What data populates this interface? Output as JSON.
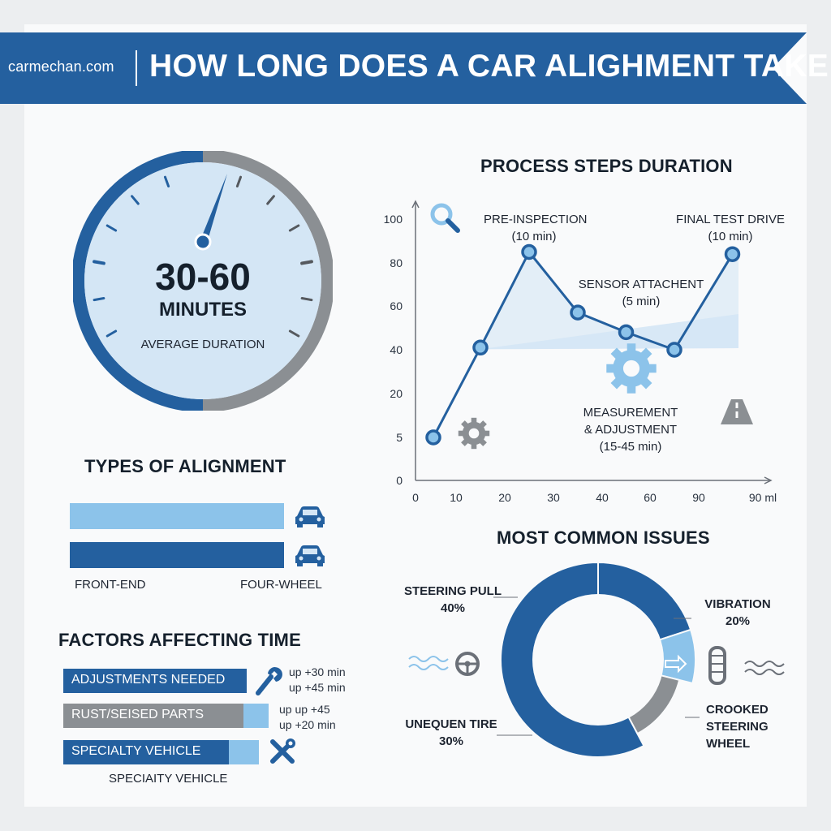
{
  "header": {
    "site": "carmechan.com",
    "title": "HOW LONG DOES A CAR ALIGHMENT TAKE"
  },
  "gauge": {
    "value": "30-60",
    "unit": "MINUTES",
    "caption": "AVERAGE DURATION"
  },
  "alignment_types": {
    "title": "TYPES OF ALIGNMENT",
    "labels": [
      "FRONT-END",
      "FOUR-WHEEL"
    ],
    "icon": "car-icon"
  },
  "factors": {
    "title": "FACTORS AFFECTING TIME",
    "items": [
      {
        "label": "ADJUSTMENTS NEEDED",
        "notes": [
          "up +30 min",
          "up +45 min"
        ],
        "icon": "wrench-icon"
      },
      {
        "label": "RUST/SEISED PARTS",
        "notes": [
          "up up +45",
          "up +20 min"
        ],
        "icon": ""
      },
      {
        "label": "SPECIALTY VEHICLE",
        "notes": [],
        "icon": "tools-icon"
      }
    ],
    "footer": "SPECIAITY VEHICLE"
  },
  "colors": {
    "dark_blue": "#24609f",
    "light_blue": "#8cc3ea",
    "gray": "#8b8f93",
    "pale_blue": "#d4e6f5"
  },
  "chart_data": [
    {
      "type": "line",
      "title": "PROCESS STEPS DURATION",
      "x_ticks": [
        "0",
        "10",
        "20",
        "30",
        "40",
        "60",
        "90",
        "90 ml"
      ],
      "y_ticks": [
        "0",
        "5",
        "20",
        "40",
        "60",
        "80",
        "100"
      ],
      "points": [
        {
          "x": "0-10",
          "y": 5
        },
        {
          "x": "10-20",
          "y": 41
        },
        {
          "x": "20-30",
          "y": 85
        },
        {
          "x": "30-40",
          "y": 57
        },
        {
          "x": "40-60",
          "y": 48
        },
        {
          "x": "60-90",
          "y": 40
        },
        {
          "x": "90-90 ml",
          "y": 84
        }
      ],
      "annotations": [
        {
          "lines": [
            "PRE-INSPECTION",
            "(10 min)"
          ]
        },
        {
          "lines": [
            "FINAL TEST DRIVE",
            "(10 min)"
          ]
        },
        {
          "lines": [
            "SENSOR ATTACHENT",
            "(5 min)"
          ]
        },
        {
          "lines": [
            "MEASUREMENT",
            "& ADJUSTMENT",
            "(15-45 min)"
          ]
        }
      ],
      "icons": [
        "search-icon",
        "gear-icon",
        "road-icon"
      ]
    },
    {
      "type": "pie",
      "title": "MOST COMMON ISSUES",
      "slices": [
        {
          "label": "STEERING PULL",
          "value_label": "40%",
          "color": "#24609f"
        },
        {
          "label": "VIBRATION",
          "value_label": "20%",
          "color": "#8cc3ea"
        },
        {
          "label": "CROOKED STEERING WHEEL",
          "value_label": "",
          "color": "#8b8f93"
        },
        {
          "label": "UNEQUEN TIRE",
          "value_label": "30%",
          "color": "#24609f"
        }
      ]
    }
  ]
}
